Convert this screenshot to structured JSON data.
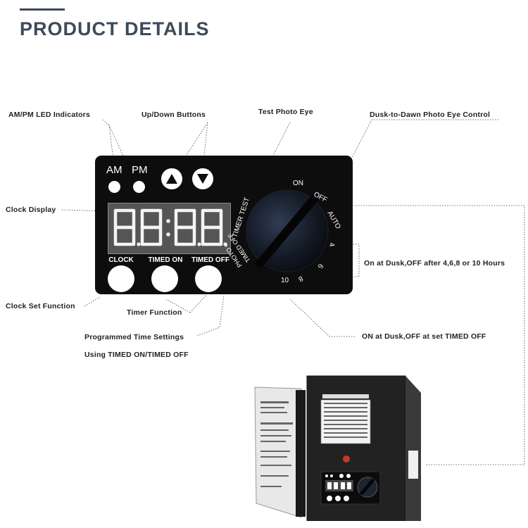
{
  "title": "PRODUCT DETAILS",
  "callouts": {
    "am_pm": "AM/PM LED Indicators",
    "up_down": "Up/Down Buttons",
    "test_eye": "Test Photo Eye",
    "dusk_dawn": "Dusk-to-Dawn Photo Eye Control",
    "clock_display": "Clock Display",
    "on_hours": "On at Dusk,OFF after 4,6,8 or 10 Hours",
    "clock_set": "Clock Set Function",
    "timer_fn": "Timer Function",
    "programmed": "Programmed Time Settings",
    "using_timed": "Using TIMED ON/TIMED OFF",
    "on_timed_off": "ON at Dusk,OFF at set TIMED OFF"
  },
  "panel": {
    "am": "AM",
    "pm": "PM",
    "display": "8.8:8.8",
    "clock": "CLOCK",
    "timed_on": "TIMED ON",
    "timed_off": "TIMED OFF"
  },
  "dial": {
    "on": "ON",
    "off": "OFF",
    "auto": "AUTO",
    "h4": "4",
    "h6": "6",
    "h8": "8",
    "h10": "10",
    "photo_on": "PHOTO ON",
    "timed_off": "TIMED OFF",
    "timer_test": "TIMER TEST"
  },
  "colors": {
    "title": "#3d4a5a",
    "panel": "#0d0d0d",
    "lcd": "#555555"
  }
}
